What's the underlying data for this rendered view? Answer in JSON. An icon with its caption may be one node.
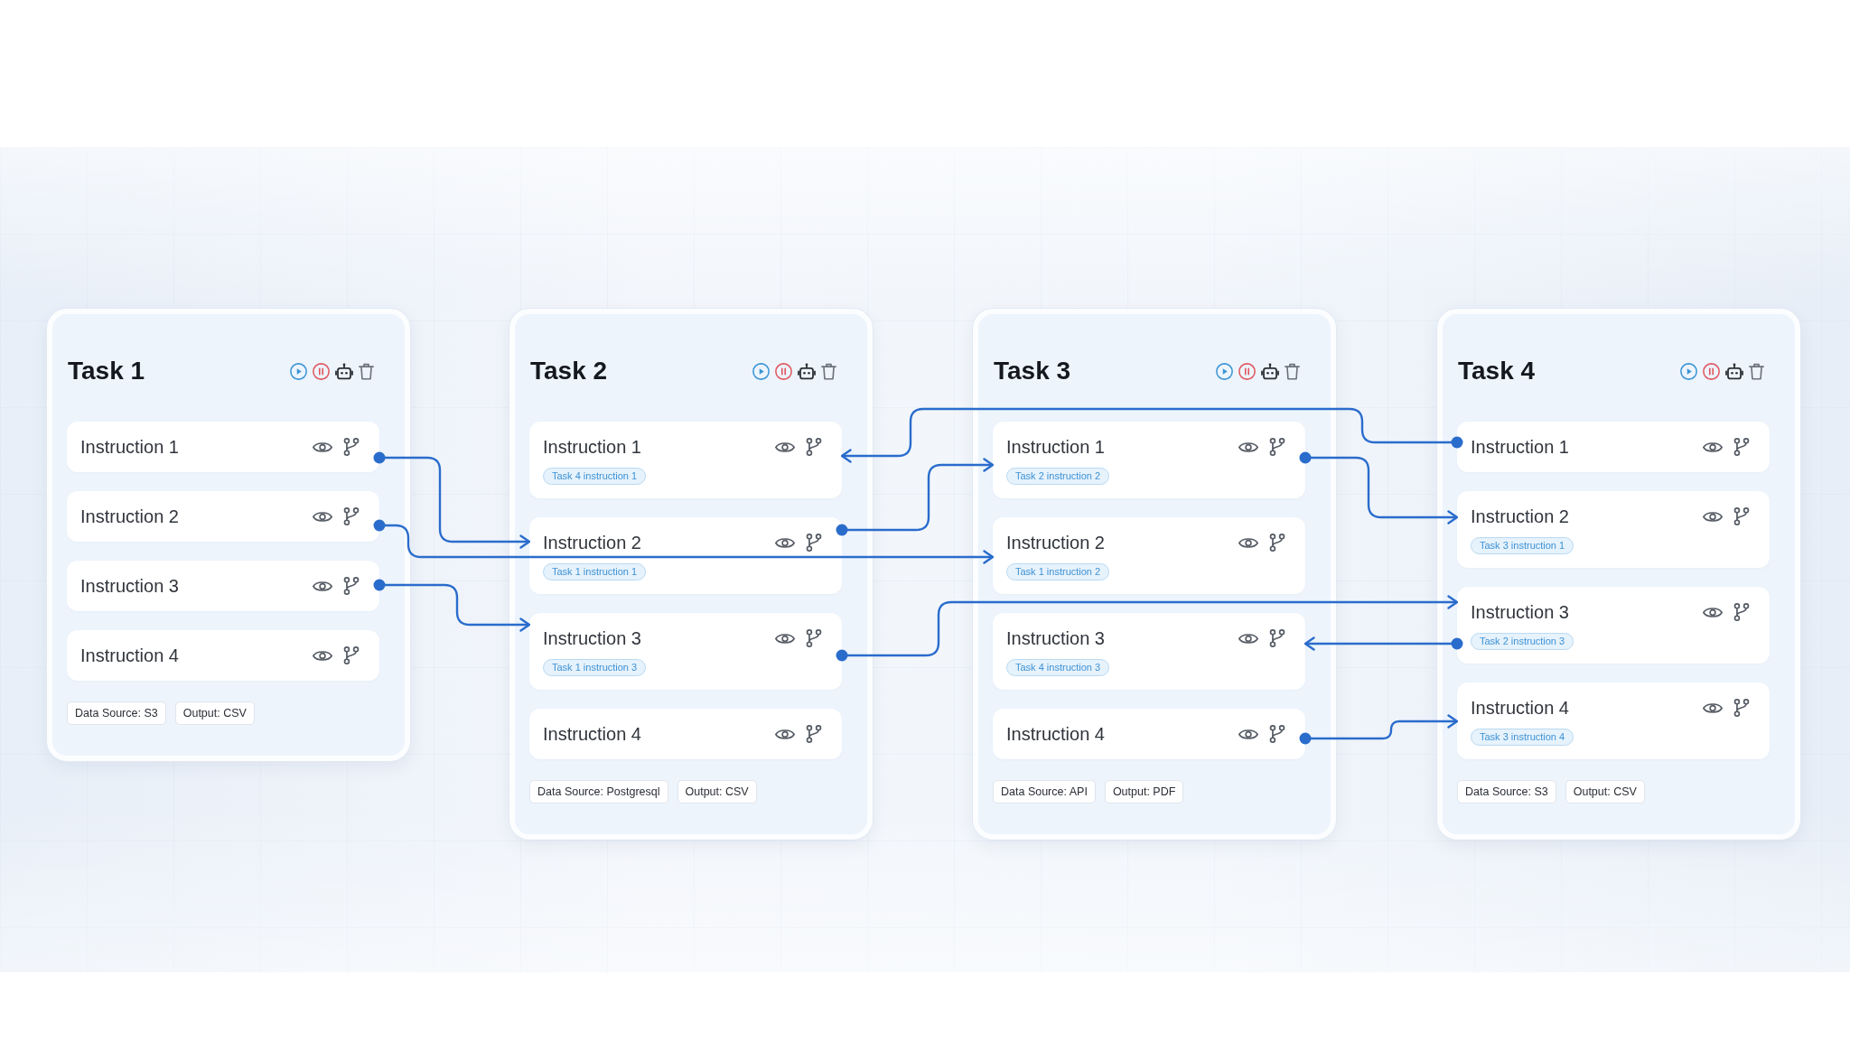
{
  "diagram": {
    "nodes": [
      {
        "text": [
          "Task 1"
        ]
      },
      {
        "text": [
          "Instruction 1"
        ],
        "in": 0
      },
      {
        "text": [
          "Instruction 2"
        ],
        "in": 0
      },
      {
        "text": [
          "Instruction 3"
        ],
        "in": 0
      },
      {
        "text": [
          "Instruction 4"
        ],
        "in": 0
      },
      {
        "text": [
          "Data Source: S3"
        ],
        "in": 0
      },
      {
        "text": [
          "Output: CSV"
        ],
        "in": 0
      },
      {
        "text": [
          "Task 2"
        ]
      },
      {
        "text": [
          "Instruction 1"
        ],
        "in": 7
      },
      {
        "text": [
          "Task 4 instruction 1"
        ],
        "in": 8
      },
      {
        "text": [
          "Instruction 2"
        ],
        "in": 7
      },
      {
        "text": [
          "Task 1 instruction 1"
        ],
        "in": 10
      },
      {
        "text": [
          "Instruction 3"
        ],
        "in": 7
      },
      {
        "text": [
          "Task 1 instruction 3"
        ],
        "in": 12
      },
      {
        "text": [
          "Instruction 4"
        ],
        "in": 7
      },
      {
        "text": [
          "Data Source: Postgresql"
        ],
        "in": 7
      },
      {
        "text": [
          "Output: CSV"
        ],
        "in": 7
      },
      {
        "text": [
          "Task 3"
        ]
      },
      {
        "text": [
          "Instruction 1"
        ],
        "in": 17
      },
      {
        "text": [
          "Task 2 instruction 2"
        ],
        "in": 18
      },
      {
        "text": [
          "Instruction 2"
        ],
        "in": 17
      },
      {
        "text": [
          "Task 1 instruction 2"
        ],
        "in": 20
      },
      {
        "text": [
          "Instruction 3"
        ],
        "in": 17
      },
      {
        "text": [
          "Task 4 instruction 3"
        ],
        "in": 22
      },
      {
        "text": [
          "Instruction 4"
        ],
        "in": 17
      },
      {
        "text": [
          "Data Source: API"
        ],
        "in": 17
      },
      {
        "text": [
          "Output: PDF"
        ],
        "in": 17
      },
      {
        "text": [
          "Task 4"
        ]
      },
      {
        "text": [
          "Instruction 1"
        ],
        "in": 27
      },
      {
        "text": [
          "Instruction 2"
        ],
        "in": 27
      },
      {
        "text": [
          "Task 3 instruction 1"
        ],
        "in": 29
      },
      {
        "text": [
          "Instruction 3"
        ],
        "in": 27
      },
      {
        "text": [
          "Task 2 instruction 3"
        ],
        "in": 31
      },
      {
        "text": [
          "Instruction 4"
        ],
        "in": 27
      },
      {
        "text": [
          "Task 3 instruction 4"
        ],
        "in": 33
      },
      {
        "text": [
          "Data Source: S3"
        ],
        "in": 27
      },
      {
        "text": [
          "Output: CSV"
        ],
        "in": 27
      }
    ],
    "edges": [
      {
        "from": 1,
        "to": 10,
        "arrow": "to"
      },
      {
        "from": 2,
        "to": 20,
        "arrow": "to"
      },
      {
        "from": 3,
        "to": 12,
        "arrow": "to"
      },
      {
        "from": 10,
        "to": 18,
        "arrow": "to"
      },
      {
        "from": 12,
        "to": 31,
        "arrow": "to"
      },
      {
        "from": 28,
        "to": 8,
        "arrow": "to"
      },
      {
        "from": 18,
        "to": 29,
        "arrow": "to"
      },
      {
        "from": 31,
        "to": 22,
        "arrow": "to"
      },
      {
        "from": 24,
        "to": 33,
        "arrow": "to"
      }
    ]
  }
}
